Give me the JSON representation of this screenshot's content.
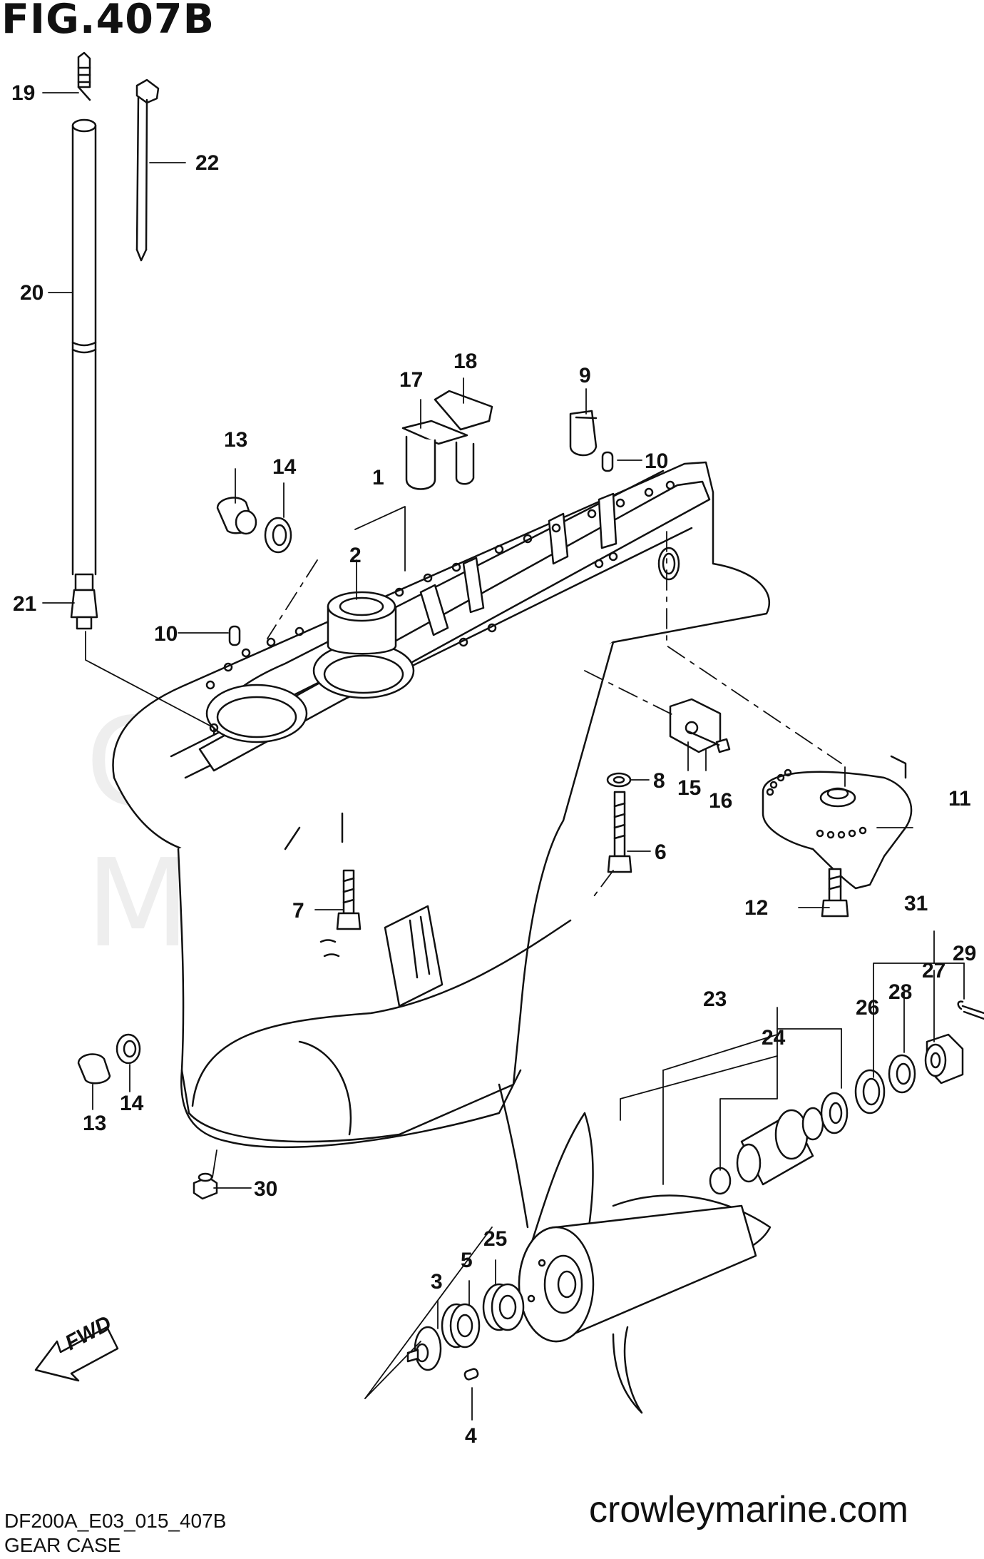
{
  "header": {
    "figure_title": "FIG.407B"
  },
  "watermark": "Crowley Marine",
  "footer": {
    "diagram_code": "DF200A_E03_015_407B",
    "section_title": "GEAR CASE",
    "website": "crowleymarine.com"
  },
  "fwd_label": "FWD",
  "callouts": {
    "c1": "1",
    "c2": "2",
    "c3": "3",
    "c4": "4",
    "c5": "5",
    "c6": "6",
    "c7": "7",
    "c8": "8",
    "c9": "9",
    "c10a": "10",
    "c10b": "10",
    "c11": "11",
    "c12": "12",
    "c13a": "13",
    "c13b": "13",
    "c14a": "14",
    "c14b": "14",
    "c15": "15",
    "c16": "16",
    "c17": "17",
    "c18": "18",
    "c19": "19",
    "c20": "20",
    "c21": "21",
    "c22": "22",
    "c23": "23",
    "c24": "24",
    "c25": "25",
    "c26": "26",
    "c27": "27",
    "c28": "28",
    "c29": "29",
    "c30": "30",
    "c31": "31"
  }
}
